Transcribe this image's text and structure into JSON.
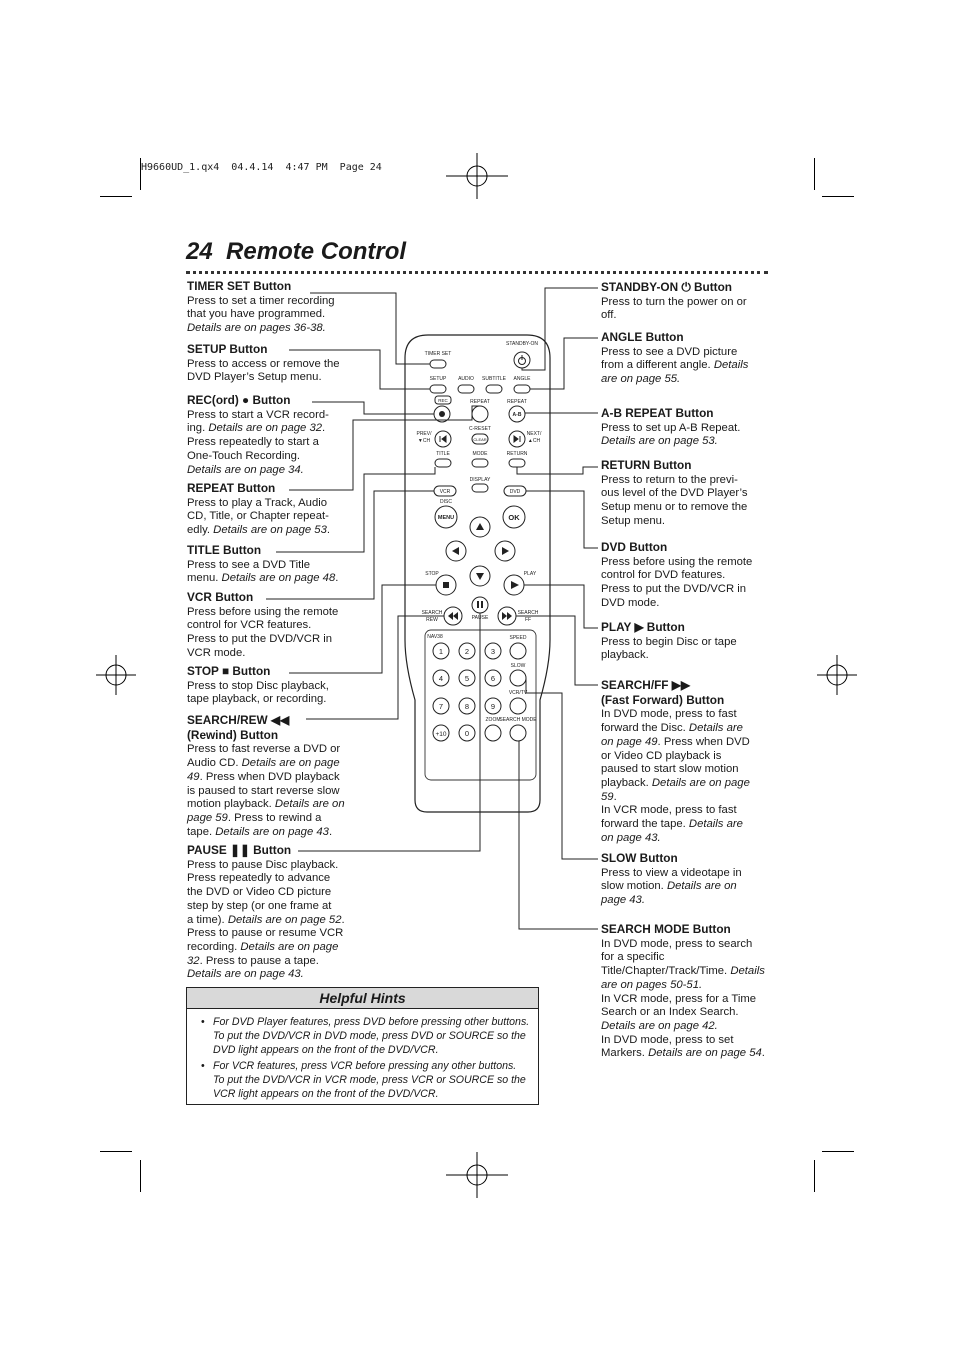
{
  "slug": "H9660UD_1.qx4  04.4.14  4:47 PM  Page 24",
  "page_number": "24",
  "title": "Remote Control",
  "left_entries": [
    {
      "head": "TIMER SET",
      "head_suffix": " Button",
      "lines": [
        "Press to set a timer recording",
        "that you have programmed."
      ],
      "italic": [
        "Details are on pages 36-38."
      ]
    },
    {
      "head": "SETUP",
      "head_suffix": " Button",
      "lines": [
        "Press to access or remove the",
        "DVD Player’s Setup menu."
      ],
      "italic": []
    },
    {
      "head": "REC(ord) ● ",
      "head_suffix": "Button",
      "lines": [
        "Press to start a VCR record-"
      ],
      "mixed": [
        "ing. ",
        "Details are on page 32",
        "."
      ],
      "lines2": [
        "Press repeatedly to start a",
        "One-Touch Recording."
      ],
      "italic": [
        "Details are on page 34."
      ]
    },
    {
      "head": "REPEAT",
      "head_suffix": " Button",
      "lines": [
        "Press to play a Track, Audio",
        "CD, Title, or Chapter repeat-"
      ],
      "mixed": [
        "edly. ",
        "Details are on page 53",
        "."
      ]
    },
    {
      "head": "TITLE",
      "head_suffix": " Button",
      "lines": [
        "Press to see a DVD Title"
      ],
      "mixed": [
        "menu. ",
        "Details are on page 48",
        "."
      ]
    },
    {
      "head": "VCR",
      "head_suffix": " Button",
      "lines": [
        "Press before using the remote",
        "control for VCR features.",
        "Press to put the DVD/VCR in",
        "VCR mode."
      ]
    },
    {
      "head": "STOP ■",
      "head_suffix": " Button",
      "lines": [
        "Press to stop Disc playback,",
        "tape playback, or recording."
      ]
    },
    {
      "head": "SEARCH/REW ◀◀",
      "head_suffix": "",
      "sub": "(Rewind) Button",
      "lines": [
        "Press to fast reverse a DVD or"
      ],
      "mixed": [
        "Audio CD. ",
        "Details are on page",
        ""
      ],
      "mixed2": [
        "",
        "49",
        ". Press when DVD playback"
      ],
      "lines2": [
        "is paused to start reverse slow"
      ],
      "mixed3": [
        "motion playback. ",
        "Details are on",
        ""
      ],
      "mixed4": [
        "",
        "page 59",
        ".  Press to rewind a"
      ],
      "mixed5": [
        "tape. ",
        "Details are on page 43",
        "."
      ]
    },
    {
      "head": "PAUSE ❚❚",
      "head_suffix": " Button",
      "lines": [
        "Press to pause Disc playback.",
        "Press repeatedly to advance",
        "the DVD or Video CD picture",
        "step by step (or one frame at"
      ],
      "mixed": [
        "a time). ",
        "Details are on page 52",
        "."
      ],
      "lines2": [
        "Press to pause or resume VCR"
      ],
      "mixed2": [
        "recording. ",
        "Details are on page",
        ""
      ],
      "mixed3": [
        "",
        "32",
        ". Press to pause a tape."
      ],
      "italic": [
        "Details are on page 43."
      ]
    }
  ],
  "right_entries": [
    {
      "head": "STANDBY-ON ⏻",
      "head_suffix": " Button",
      "lines": [
        "Press to turn the power on or",
        "off."
      ]
    },
    {
      "head": "ANGLE",
      "head_suffix": " Button",
      "lines": [
        "Press to see a DVD picture"
      ],
      "mixed": [
        "from a different angle. ",
        "Details",
        ""
      ],
      "italic": [
        "are on page 55."
      ]
    },
    {
      "head": "A-B REPEAT",
      "head_suffix": " Button",
      "lines": [
        "Press to set up A-B Repeat."
      ],
      "italic": [
        "Details are on page 53."
      ]
    },
    {
      "head": "RETURN",
      "head_suffix": " Button",
      "lines": [
        "Press to return to the previ-",
        "ous level of the DVD Player’s",
        "Setup menu or to remove the",
        "Setup menu."
      ]
    },
    {
      "head": "DVD",
      "head_suffix": " Button",
      "lines": [
        "Press before using the remote",
        "control for DVD features.",
        "Press to put the DVD/VCR in",
        "DVD mode."
      ]
    },
    {
      "head": "PLAY ▶",
      "head_suffix": " Button",
      "lines": [
        "Press to begin Disc or tape",
        "playback."
      ]
    },
    {
      "head": "SEARCH/FF ▶▶",
      "head_suffix": "",
      "sub": "(Fast Forward) Button",
      "lines": [
        "In DVD mode, press to fast"
      ],
      "mixed": [
        "forward the Disc. ",
        "Details are",
        ""
      ],
      "mixed2": [
        "",
        "on page 49",
        ". Press when DVD"
      ],
      "lines2": [
        "or Video CD playback is",
        "paused to start slow motion"
      ],
      "mixed3": [
        "playback. ",
        "Details are on page",
        ""
      ],
      "mixed4": [
        "",
        "59",
        "."
      ],
      "lines3": [
        "In VCR mode, press to fast"
      ],
      "mixed5": [
        "forward the tape. ",
        "Details are",
        ""
      ],
      "italic": [
        "on page 43."
      ]
    },
    {
      "head": "SLOW",
      "head_suffix": " Button",
      "lines": [
        "Press to view a videotape in"
      ],
      "mixed": [
        "slow motion. ",
        "Details are on",
        ""
      ],
      "italic": [
        "page 43."
      ]
    },
    {
      "head": "SEARCH MODE",
      "head_suffix": " Button",
      "lines": [
        "In DVD mode, press to search",
        "for a specific"
      ],
      "mixed": [
        "Title/Chapter/Track/Time. ",
        "Details",
        ""
      ],
      "italic": [
        "are on pages 50-51."
      ],
      "lines2": [
        "In VCR mode, press for a Time",
        "Search or an Index Search."
      ],
      "italic2": [
        "Details are on page 42."
      ],
      "lines3": [
        "In DVD mode, press to set"
      ],
      "mixed2": [
        "Markers. ",
        "Details are on page 54",
        "."
      ]
    }
  ],
  "hints": {
    "title": "Helpful Hints",
    "items": [
      "For DVD Player features, press DVD before pressing other buttons. To put the DVD/VCR in DVD mode, press DVD or SOURCE so the DVD light appears on the front of the DVD/VCR.",
      "For VCR features, press VCR before pressing any other buttons. To put the DVD/VCR in VCR mode, press VCR or SOURCE so the VCR light appears on the front of the DVD/VCR."
    ]
  },
  "remote": {
    "labels": {
      "standby": "STANDBY-ON",
      "timer": "TIMER SET",
      "setup": "SETUP",
      "audio": "AUDIO",
      "subtitle": "SUBTITLE",
      "angle": "ANGLE",
      "rec": "REC",
      "repeat1": "REPEAT",
      "repeat2": "REPEAT",
      "creset": "C-RESET",
      "ab": "A-B",
      "prev": "PREV/",
      "prev_ch": "▼CH",
      "clear": "CLEAR",
      "next": "NEXT/",
      "next_ch": "▲CH",
      "title": "TITLE",
      "mode": "MODE",
      "return": "RETURN",
      "display": "DISPLAY",
      "vcr": "VCR",
      "disc": "DISC",
      "dvd": "DVD",
      "menu": "MENU",
      "ok": "OK",
      "stop": "STOP",
      "play": "PLAY",
      "search_l": "SEARCH",
      "rew": "REW",
      "pause": "PAUSE",
      "search_r": "SEARCH",
      "ff": "FF",
      "nav": "NAV38",
      "speed": "SPEED",
      "slow": "SLOW",
      "vcrtv": "VCR/TV",
      "zoom": "ZOOM",
      "search_mode": "SEARCH MODE"
    },
    "keys": [
      "1",
      "2",
      "3",
      "4",
      "5",
      "6",
      "7",
      "8",
      "9",
      "+10",
      "0"
    ]
  }
}
